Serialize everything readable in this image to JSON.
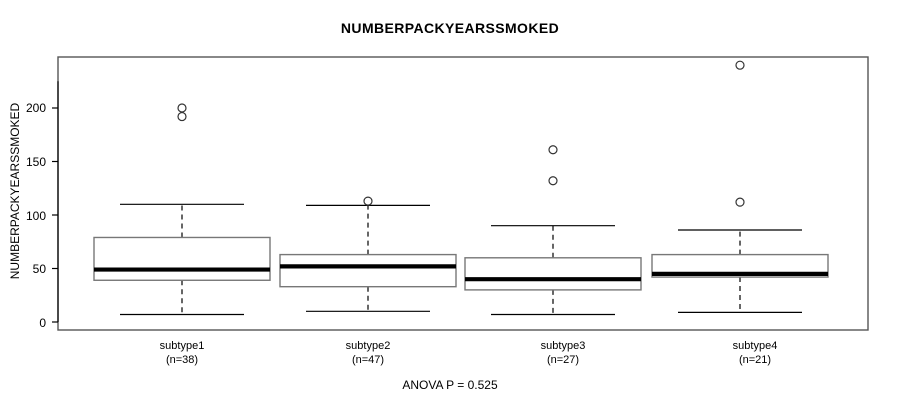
{
  "chart_data": {
    "type": "box",
    "title": "NUMBERPACKYEARSSMOKED",
    "xlabel": "",
    "ylabel": "NUMBERPACKYEARSSMOKED",
    "ylim": [
      0,
      248
    ],
    "yticks": [
      0,
      50,
      100,
      150,
      200
    ],
    "ytick_labels": [
      "0",
      "50",
      "100",
      "150",
      "200"
    ],
    "grid": false,
    "legend": null,
    "annotation": "ANOVA P = 0.525",
    "categories": [
      "subtype1",
      "subtype2",
      "subtype3",
      "subtype4"
    ],
    "group_counts": [
      "(n=38)",
      "(n=47)",
      "(n=27)",
      "(n=21)"
    ],
    "boxes": [
      {
        "label": "subtype1",
        "n_label": "(n=38)",
        "whisker_low": 7,
        "q1": 39,
        "median": 49,
        "q3": 79,
        "whisker_high": 110,
        "outliers": [
          200,
          192
        ]
      },
      {
        "label": "subtype2",
        "n_label": "(n=47)",
        "whisker_low": 10,
        "q1": 33,
        "median": 52,
        "q3": 63,
        "whisker_high": 109,
        "outliers": [
          113
        ]
      },
      {
        "label": "subtype3",
        "n_label": "(n=27)",
        "whisker_low": 7,
        "q1": 30,
        "median": 40,
        "q3": 60,
        "whisker_high": 90,
        "outliers": [
          161,
          132
        ]
      },
      {
        "label": "subtype4",
        "n_label": "(n=21)",
        "whisker_low": 9,
        "q1": 42,
        "median": 45,
        "q3": 63,
        "whisker_high": 86,
        "outliers": [
          240,
          112
        ]
      }
    ],
    "colors": {
      "frame": "#555555",
      "box_border": "#777777",
      "median": "#000000",
      "whisker": "#000000",
      "outlier": "#333333",
      "background": "#ffffff"
    }
  }
}
